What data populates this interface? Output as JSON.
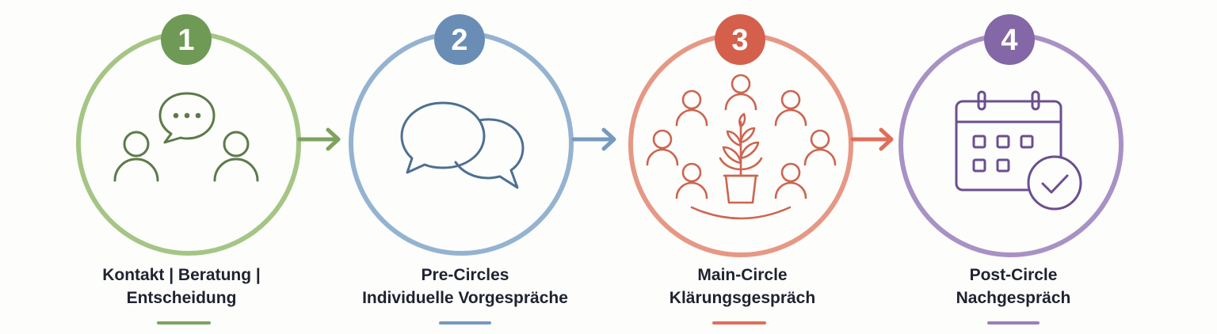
{
  "colors": {
    "green": "#8db56e",
    "green_dark": "#6e9a55",
    "blue": "#87a9cb",
    "blue_dark": "#6a8db5",
    "red": "#e38a78",
    "red_dark": "#d4604c",
    "purple": "#a48cc0",
    "purple_dark": "#8467a6",
    "text": "#1f2330"
  },
  "steps": [
    {
      "number": "1",
      "line1": "Kontakt |  Beratung |",
      "line2": "Entscheidung",
      "icon": "people-chat-icon"
    },
    {
      "number": "2",
      "line1": "Pre-Circles",
      "line2": "Individuelle Vorgespräche",
      "icon": "speech-bubbles-icon"
    },
    {
      "number": "3",
      "line1": "Main-Circle",
      "line2": "Klärungsgespräch",
      "icon": "circle-of-people-plant-icon"
    },
    {
      "number": "4",
      "line1": "Post-Circle",
      "line2": "Nachgespräch",
      "icon": "calendar-check-icon"
    }
  ]
}
